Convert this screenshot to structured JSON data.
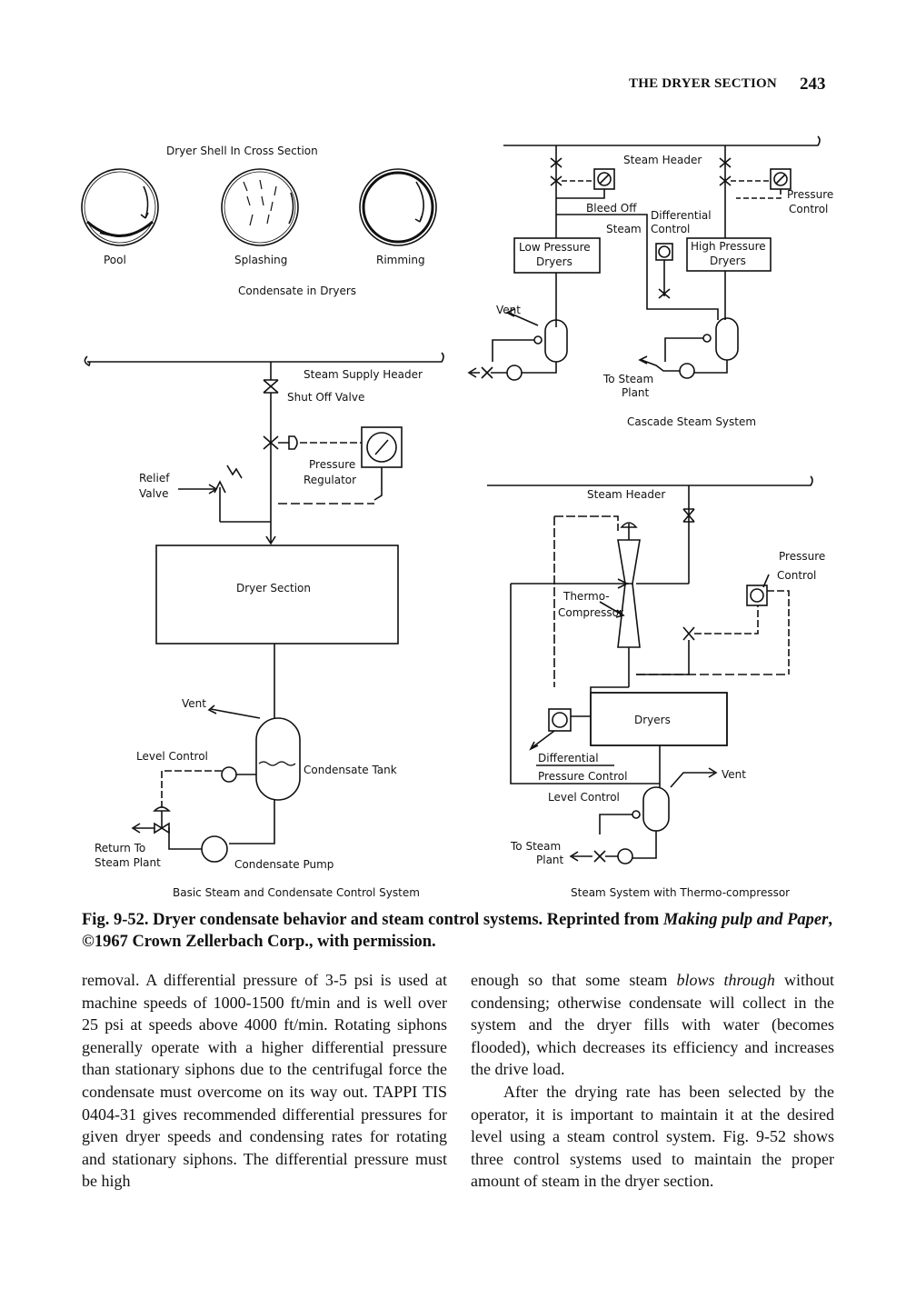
{
  "running_header": "THE DRYER SECTION",
  "page_number": "243",
  "diagram_labels": {
    "dryer_shell_title": "Dryer Shell In Cross Section",
    "pool": "Pool",
    "splashing": "Splashing",
    "rimming": "Rimming",
    "condensate_in_dryers": "Condensate in Dryers",
    "steam_supply_header": "Steam Supply Header",
    "shut_off_valve": "Shut Off Valve",
    "pressure": "Pressure",
    "regulator": "Regulator",
    "relief": "Relief",
    "valve": "Valve",
    "dryer_section": "Dryer Section",
    "vent": "Vent",
    "level_control": "Level Control",
    "condensate_tank": "Condensate Tank",
    "return_to": "Return To",
    "steam_plant": "Steam Plant",
    "condensate_pump": "Condensate Pump",
    "basic_title": "Basic Steam and Condensate Control System",
    "steam_header": "Steam Header",
    "bleed_off": "Bleed Off",
    "steam": "Steam",
    "differential": "Differential",
    "control": "Control",
    "low_pressure": "Low Pressure",
    "dryers_cap": "Dryers",
    "high_pressure": "High Pressure",
    "to_steam": "To Steam",
    "plant": "Plant",
    "cascade_title": "Cascade Steam System",
    "thermo": "Thermo-",
    "compressor": "Compressor",
    "differential_pressure_control": "Pressure Control",
    "thermo_title": "Steam System with Thermo-compressor"
  },
  "caption": {
    "prefix": "Fig. 9-52. Dryer condensate behavior and steam control systems. Reprinted from ",
    "italic": "Making pulp and Paper",
    "suffix": ", ©1967 Crown Zellerbach Corp., with permission."
  },
  "body": {
    "left_col": "removal. A differential pressure of 3-5 psi is used at machine speeds of 1000-1500 ft/min and is well over 25 psi at speeds above 4000 ft/min. Rotating siphons generally operate with a higher differential pressure than stationary siphons due to the centrifugal force the condensate must overcome on its way out. TAPPI TIS 0404-31 gives recommended differential pressures for given dryer speeds and condensing rates for rotating and stationary siphons. The differential pressure must be high",
    "right_p1_a": "enough so that some steam ",
    "right_p1_italic": "blows through",
    "right_p1_b": " without condensing; otherwise condensate will collect in the system and the dryer fills with water (becomes flooded), which decreases its efficiency and increases the drive load.",
    "right_p2": "After the drying rate has been selected by the operator, it is important to maintain it at the desired level using a steam control system. Fig. 9-52 shows three control systems used to maintain the proper amount of steam in the dryer section."
  }
}
